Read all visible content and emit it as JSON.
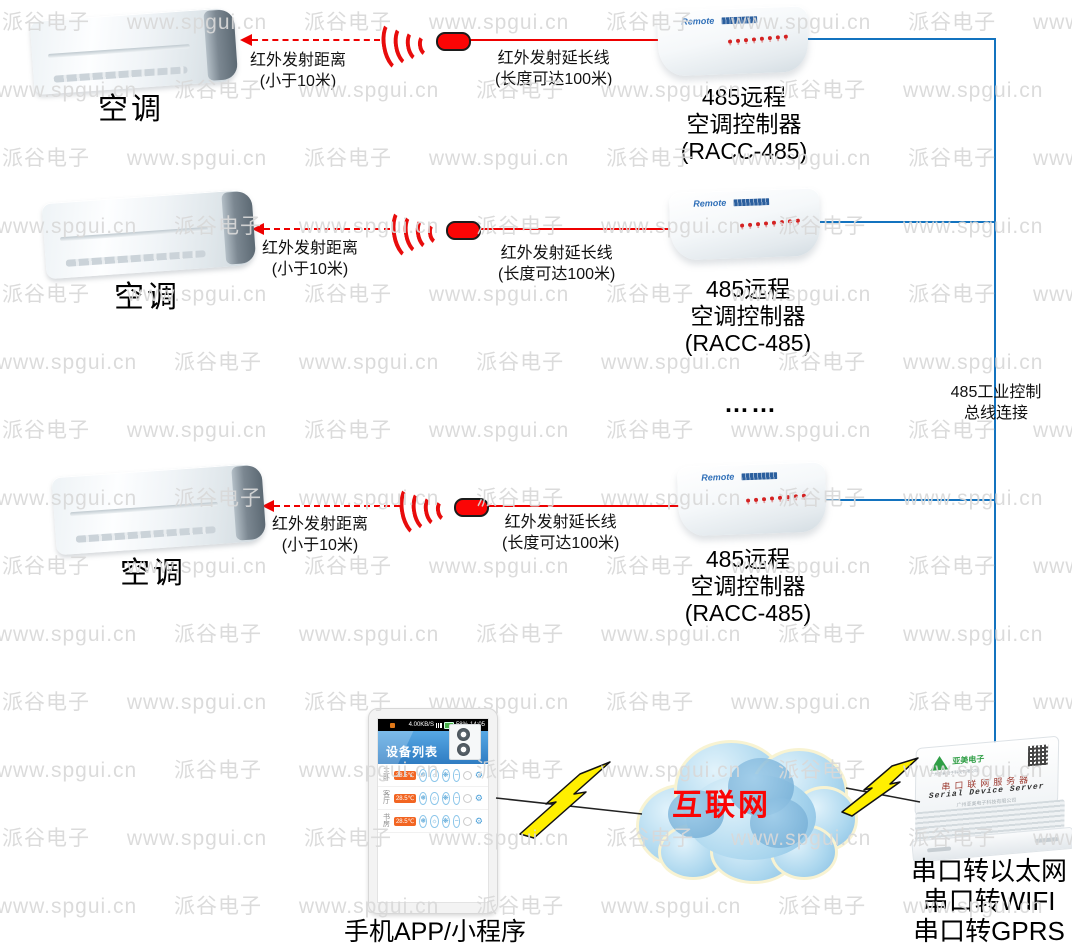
{
  "watermark": {
    "brand": "派谷电子",
    "url": "www.spgui.cn"
  },
  "colors": {
    "ir_red": "#ee0000",
    "bus_blue": "#1373bf",
    "watermark_gray": "#d9d9d9",
    "cloud_text_red": "#fb0505",
    "badge_orange": "#f26522",
    "bolt_yellow": "#ffef00"
  },
  "units": [
    {
      "ac_label": "空调",
      "ir_distance_line1": "红外发射距离",
      "ir_distance_line2": "(小于10米)",
      "ir_ext_line1": "红外发射延长线",
      "ir_ext_line2": "(长度可达100米)",
      "controller_brand": "Remote",
      "controller_line1": "485远程",
      "controller_line2": "空调控制器",
      "controller_line3": "(RACC-485)"
    },
    {
      "ac_label": "空调",
      "ir_distance_line1": "红外发射距离",
      "ir_distance_line2": "(小于10米)",
      "ir_ext_line1": "红外发射延长线",
      "ir_ext_line2": "(长度可达100米)",
      "controller_brand": "Remote",
      "controller_line1": "485远程",
      "controller_line2": "空调控制器",
      "controller_line3": "(RACC-485)"
    },
    {
      "ac_label": "空调",
      "ir_distance_line1": "红外发射距离",
      "ir_distance_line2": "(小于10米)",
      "ir_ext_line1": "红外发射延长线",
      "ir_ext_line2": "(长度可达100米)",
      "controller_brand": "Remote",
      "controller_line1": "485远程",
      "controller_line2": "空调控制器",
      "controller_line3": "(RACC-485)"
    }
  ],
  "ellipsis": "……",
  "bus": {
    "label_line1": "485工业控制",
    "label_line2": "总线连接"
  },
  "phone": {
    "status": {
      "net_speed": "4.00KB/S",
      "battery": "58%",
      "time": "14:05"
    },
    "header_title": "设备列表",
    "rows": [
      {
        "room": "主卧",
        "temp": "28.5℃"
      },
      {
        "room": "客厅",
        "temp": "28.5℃"
      },
      {
        "room": "书房",
        "temp": "28.5℃"
      }
    ],
    "mode_icons": [
      {
        "name": "cool-mode-icon",
        "glyph": "❅"
      },
      {
        "name": "heat-mode-icon",
        "glyph": "☼"
      },
      {
        "name": "fan-mode-icon",
        "glyph": "❋"
      },
      {
        "name": "dry-mode-icon",
        "glyph": "−"
      }
    ],
    "gear_glyph": "⚙",
    "caption": "手机APP/小程序"
  },
  "cloud": {
    "label": "互联网"
  },
  "server": {
    "logo_text": "亚美电子",
    "logo_sub": "广州亚美电子科技有限公司",
    "title_cn": "串口联网服务器",
    "title_en": "Serial Device Server",
    "company": "广州亚美电子科技有限公司",
    "caption_line1": "串口转以太网",
    "caption_line2": "串口转WIFI",
    "caption_line3": "串口转GPRS"
  }
}
